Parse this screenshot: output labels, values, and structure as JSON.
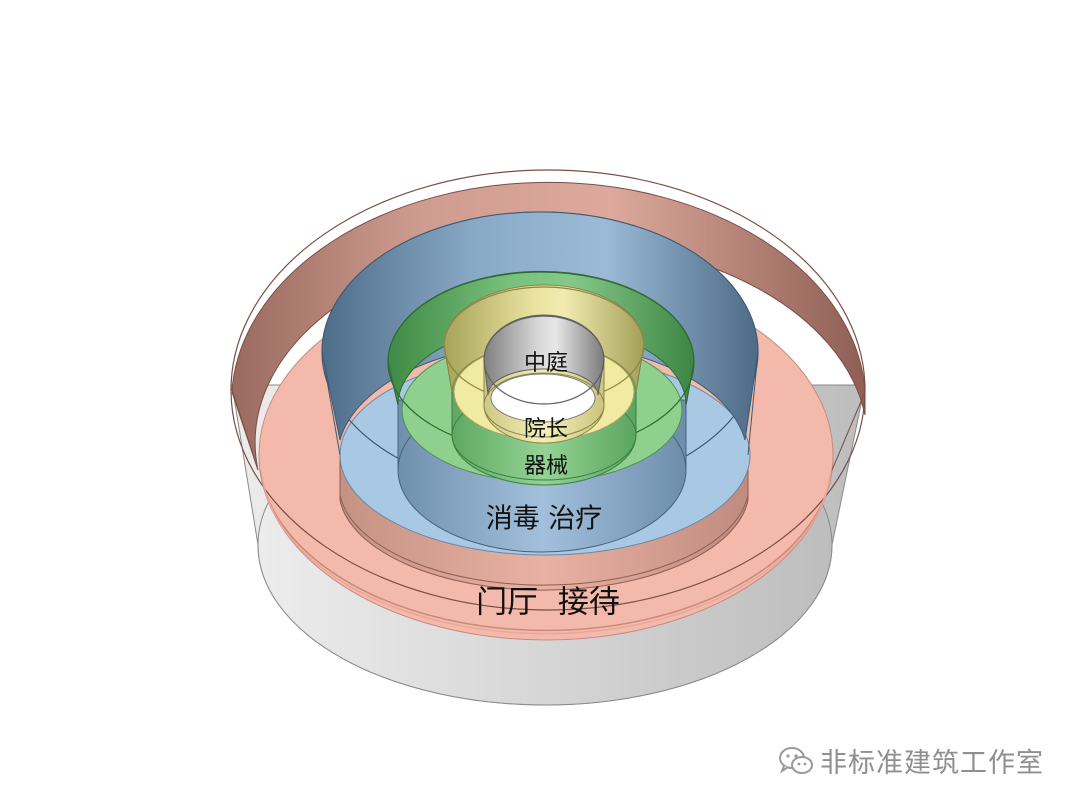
{
  "diagram": {
    "labels": {
      "courtyard": "中庭",
      "director": "院长",
      "equipment": "器械",
      "treatment": "消毒 治疗",
      "reception": "门厅  接待"
    }
  },
  "watermark": {
    "icon": "wechat-icon",
    "text": "非标准建筑工作室"
  },
  "colors": {
    "reception": "#f3b9aa",
    "treatment": "#a9c8e4",
    "equipment": "#8fd08f",
    "director": "#f0eaa3",
    "courtyard": "#c8c8c8",
    "base": "#d9d9d9"
  }
}
